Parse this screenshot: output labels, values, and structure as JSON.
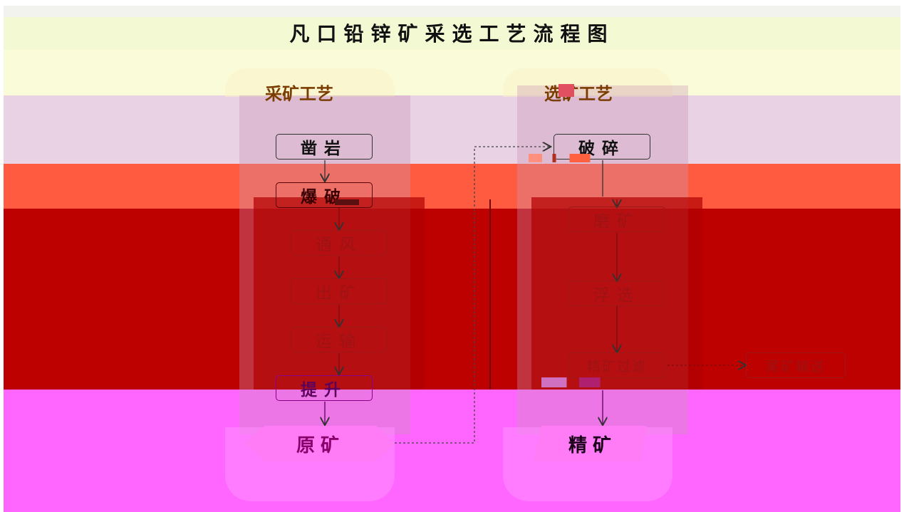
{
  "title": "凡口铅锌矿采选工艺流程图",
  "mining": {
    "heading": "采矿工艺",
    "steps": [
      "凿岩",
      "爆破",
      "通风",
      "出矿",
      "运输",
      "提升"
    ],
    "product": "原矿"
  },
  "processing": {
    "heading": "选矿工艺",
    "steps": [
      "破碎",
      "磨矿",
      "浮选",
      "精矿过滤"
    ],
    "tailings": "尾矿输送",
    "product": "精矿"
  },
  "colors": {
    "band_top": "#f3f9d2",
    "band_lilac": "#e8d2e4",
    "band_orange": "#ff5b40",
    "band_red": "#bd0000",
    "band_magenta": "#ff66ff"
  }
}
